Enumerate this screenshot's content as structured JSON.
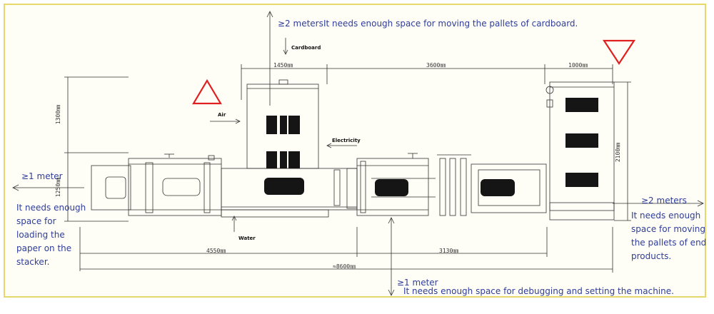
{
  "notes": {
    "top_dist": "≥2 meters",
    "top_text": "It needs enough space for moving the pallets of cardboard.",
    "left_dist": "≥1 meter",
    "left_text": [
      "It needs enough",
      "space for",
      "loading the",
      "paper on the",
      "stacker."
    ],
    "right_dist": "≥2 meters",
    "right_text": [
      "It needs enough",
      "space for moving",
      "the pallets of end",
      "products."
    ],
    "bottom_dist": "≥1 meter",
    "bottom_text": "It needs enough space for debugging and setting the machine."
  },
  "labels": {
    "cardboard": "Cardboard",
    "air": "Air",
    "electricity": "Electricity",
    "water": "Water"
  },
  "dims": {
    "top_1": "1450㎜",
    "top_2": "3600㎜",
    "top_3": "1000㎜",
    "left_1": "1300㎜",
    "left_2": "1250㎜",
    "right_1": "2100㎜",
    "bottom_1": "4550㎜",
    "bottom_2": "3130㎜",
    "total": "≈8600㎜"
  },
  "colors": {
    "note_text": "#2e3d9a",
    "frame_border": "#e7d86c",
    "warning_triangle": "#e02020",
    "drawing_line": "#333333"
  }
}
